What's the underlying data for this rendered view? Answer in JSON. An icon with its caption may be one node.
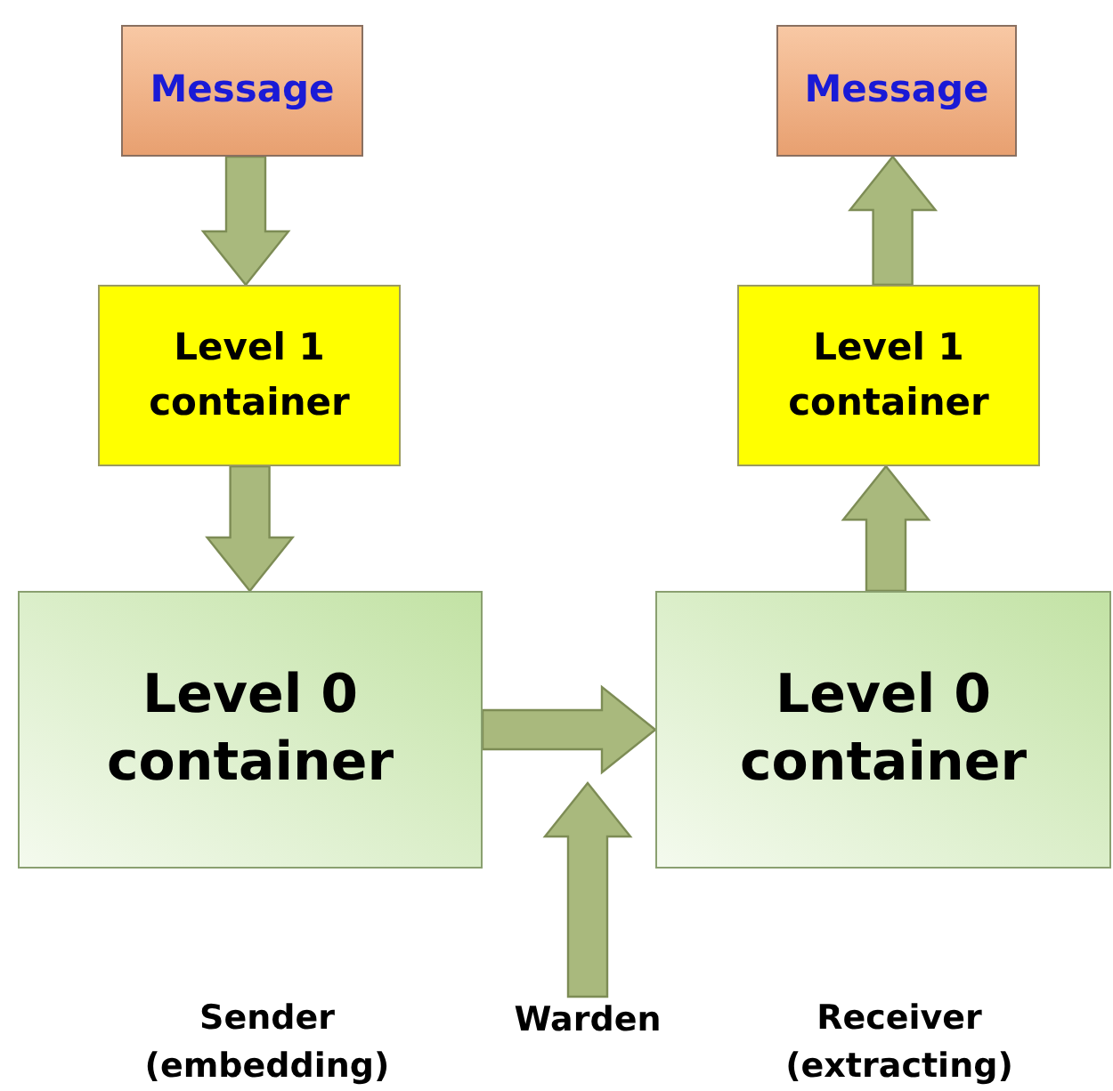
{
  "diagram": {
    "nodes": [
      {
        "text": [
          "Message"
        ]
      },
      {
        "text": [
          "Level 1 container"
        ]
      },
      {
        "text": [
          "Level 0 container"
        ]
      },
      {
        "text": [
          "Message"
        ]
      },
      {
        "text": [
          "Level 1 container"
        ]
      },
      {
        "text": [
          "Level 0 container"
        ]
      },
      {
        "text": [
          "Warden"
        ]
      }
    ],
    "edges": [
      {
        "from": 0,
        "to": 1,
        "arrow": "to"
      },
      {
        "from": 1,
        "to": 2,
        "arrow": "to"
      },
      {
        "from": 2,
        "to": 5,
        "arrow": "to"
      },
      {
        "from": 4,
        "to": 3,
        "arrow": "to"
      },
      {
        "from": 5,
        "to": 4,
        "arrow": "to"
      },
      {
        "from": 6,
        "to": null,
        "arrow": "to"
      }
    ],
    "labels": [
      "Sender (embedding)",
      "Receiver (extracting)"
    ]
  }
}
